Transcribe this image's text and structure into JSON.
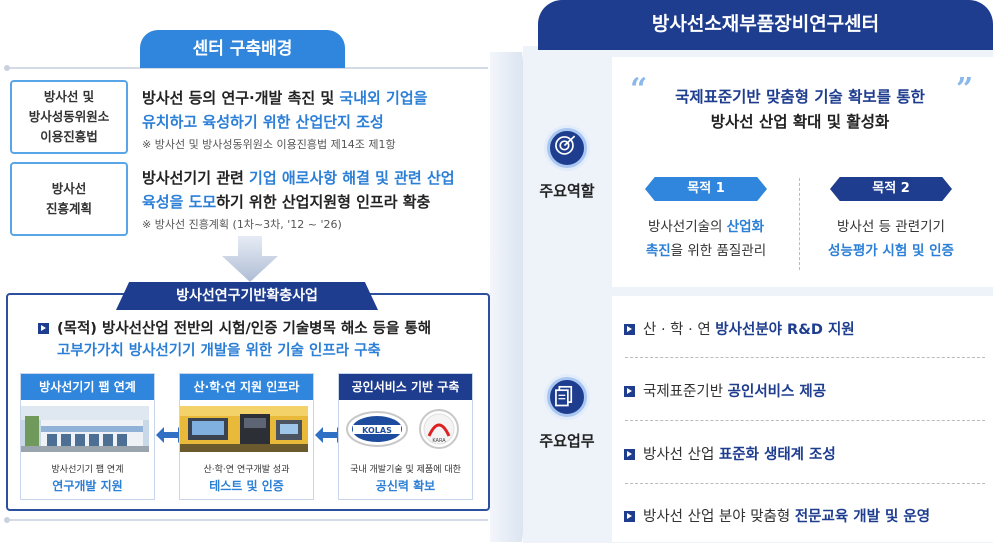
{
  "left_title": "센터 구축배경",
  "background": [
    {
      "label_lines": [
        "방사선 및",
        "방사성동위원소",
        "이용진흥법"
      ],
      "line1_plain": "방사선 등의 연구·개발 촉진 및 ",
      "line1_hl": "국내외 기업을",
      "line2_hl": "유치하고 육성하기 위한 산업단지 조성",
      "note": "※ 방사선 및 방사성동위원소 이용진흥법 제14조 제1항"
    },
    {
      "label_lines": [
        "방사선",
        "진흥계획"
      ],
      "line1_plain": "방사선기기 관련 ",
      "line1_hl": "기업 애로사항 해결 및 관련 산업",
      "line2_hl": "육성을 도모",
      "line2_plain": "하기 위한 산업지원형 인프라 확충",
      "note": "※ 방사선 진흥계획 (1차~3차, '12 ~ '26)"
    }
  ],
  "project": {
    "title": "방사선연구기반확충사업",
    "line1": "(목적) 방사선산업 전반의 시험/인증 기술병목 해소 등을 통해",
    "line2": "고부가가치 방사선기기 개발을 위한 기술 인프라 구축",
    "cards": [
      {
        "head": "방사선기기 팹 연계",
        "sub": "방사선기기 팹 연계",
        "main": "연구개발 지원",
        "color": "#2f86dc"
      },
      {
        "head": "산·학·연 지원 인프라",
        "sub": "산·학·연 연구개발 성과",
        "main": "테스트 및 인증",
        "color": "#2f86dc"
      },
      {
        "head": "공인서비스 기반 구축",
        "sub": "국내 개발기술 및 제품에 대한",
        "main": "공신력 확보",
        "color": "#1e3d8f"
      }
    ],
    "logos": [
      "KOLAS",
      "KARA"
    ]
  },
  "right_title": "방사선소재부품장비연구센터",
  "roles": {
    "label": "주요역할",
    "quote_line1": "국제표준기반 맞춤형 기술 확보를 통한",
    "quote_line2": "방사선 산업 확대 및 활성화",
    "objectives": [
      {
        "tab": "목적 1",
        "l1_plain": "방사선기술의 ",
        "l1_hl": "산업화",
        "l2_hl": "촉진",
        "l2_plain": "을 위한 품질관리",
        "color": "#2f86dc"
      },
      {
        "tab": "목적 2",
        "l1_plain": "방사선 등 관련기기",
        "l2_hl": "성능평가 시험 및 인증",
        "color": "#1e3d8f"
      }
    ]
  },
  "tasks": {
    "label": "주요업무",
    "items": [
      {
        "plain": "산 · 학 · 연 ",
        "hl": "방사선분야 R&D 지원"
      },
      {
        "plain": "국제표준기반 ",
        "hl": "공인서비스 제공"
      },
      {
        "plain": "방사선 산업 ",
        "hl": "표준화 생태계 조성"
      },
      {
        "plain": "방사선 산업 분야 맞춤형 ",
        "hl": "전문교육 개발 및 운영"
      }
    ]
  },
  "colors": {
    "navy": "#1e3d8f",
    "blue": "#2f86dc",
    "highlight": "#2c7fd6"
  }
}
